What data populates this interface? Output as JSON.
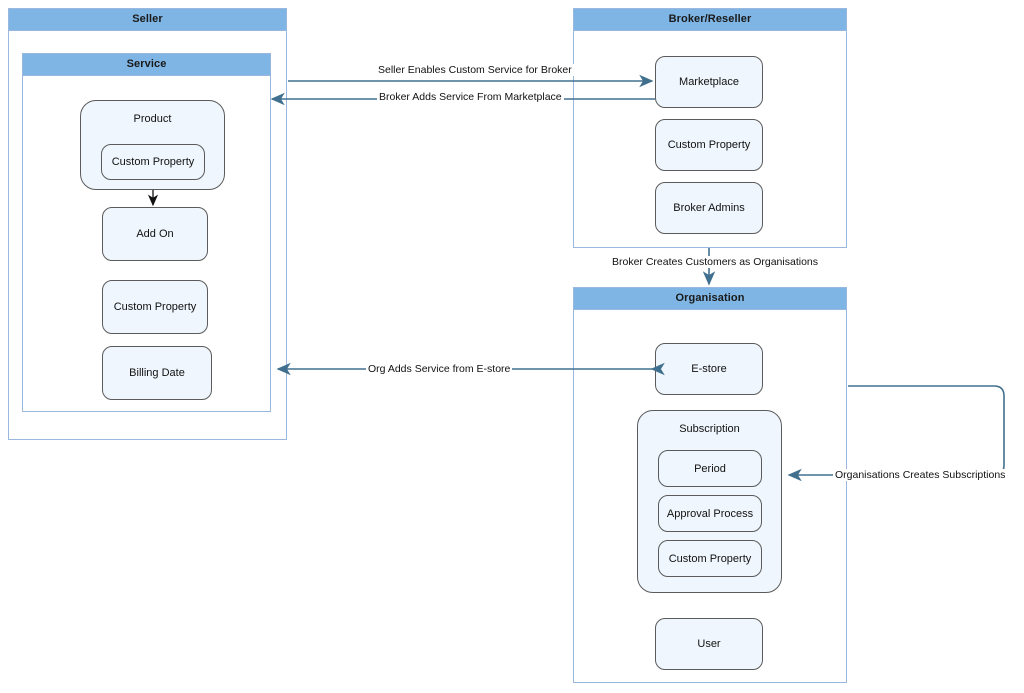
{
  "colors": {
    "lane_header_fill": "#7eb5e4",
    "lane_border": "#9ab8de",
    "node_fill": "#eff6fd",
    "node_border": "#5b5b5b",
    "arrow": "#41708f",
    "text": "#111111",
    "background": "#ffffff"
  },
  "lanes": {
    "seller": {
      "title": "Seller",
      "service": {
        "title": "Service",
        "nodes": [
          {
            "label": "Product"
          },
          {
            "label": "Custom Property"
          },
          {
            "label": "Add On"
          },
          {
            "label": "Custom Property"
          },
          {
            "label": "Billing Date"
          }
        ]
      }
    },
    "broker": {
      "title": "Broker/Reseller",
      "nodes": [
        {
          "label": "Marketplace"
        },
        {
          "label": "Custom Property"
        },
        {
          "label": "Broker Admins"
        }
      ]
    },
    "organisation": {
      "title": "Organisation",
      "nodes": [
        {
          "label": "E-store"
        },
        {
          "label": "Subscription"
        },
        {
          "label": "Period"
        },
        {
          "label": "Approval Process"
        },
        {
          "label": "Custom Property"
        },
        {
          "label": "User"
        }
      ]
    }
  },
  "edges": [
    {
      "id": "seller-to-broker",
      "label": "Seller Enables Custom Service for Broker"
    },
    {
      "id": "broker-to-seller",
      "label": "Broker Adds Service From Marketplace"
    },
    {
      "id": "broker-to-org",
      "label": "Broker Creates Customers as Organisations"
    },
    {
      "id": "org-estore",
      "label": "Org Adds Service from E-store"
    },
    {
      "id": "org-subscription",
      "label": "Organisations Creates Subscriptions"
    }
  ]
}
